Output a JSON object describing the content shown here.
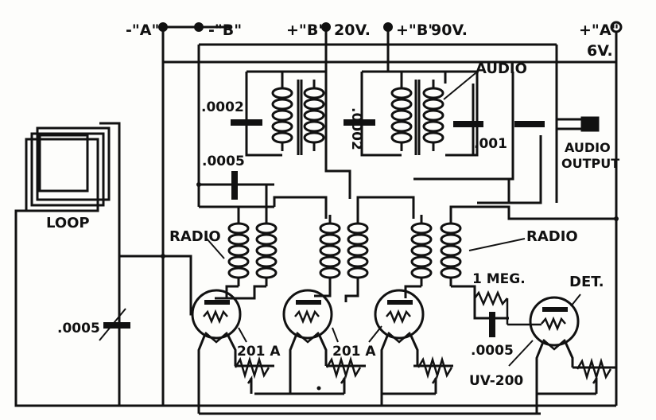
{
  "terminals": {
    "neg_a": "-\"A\"",
    "neg_b": "-\"B\"",
    "pos_b_20": "+\"B\"",
    "pos_b_20_volts": "20V.",
    "pos_b_90": "+\"B\"",
    "pos_b_90_volts": "90V.",
    "pos_a": "+\"A\"",
    "pos_a_volts": "6V."
  },
  "labels": {
    "loop": "LOOP",
    "audio": "AUDIO",
    "audio_output_line1": "AUDIO",
    "audio_output_line2": "OUTPUT",
    "radio_left": "RADIO",
    "radio_right": "RADIO",
    "det": "DET.",
    "tube_1": "201 A",
    "tube_2": "201 A",
    "tube_det": "UV-200"
  },
  "values": {
    "cap_top_left": ".0002",
    "cap_top_mid": ".0002",
    "cap_bypass": ".0005",
    "cap_audio": ".001",
    "cap_tuning": ".0005",
    "grid_leak": "1 MEG.",
    "grid_cap": ".0005"
  },
  "colors": {
    "ink": "#111111",
    "paper": "#fdfdfb"
  }
}
